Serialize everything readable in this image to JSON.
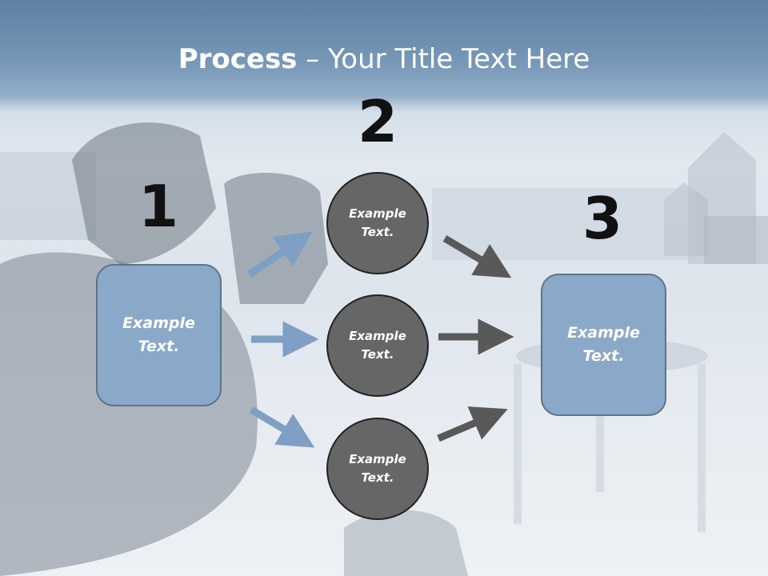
{
  "title": {
    "bold": "Process",
    "rest": " – Your Title Text Here"
  },
  "steps": [
    {
      "number": "1",
      "label": "Example\nText."
    },
    {
      "number": "2",
      "items": [
        "Example\nText.",
        "Example\nText.",
        "Example\nText."
      ]
    },
    {
      "number": "3",
      "label": "Example\nText."
    }
  ],
  "colors": {
    "box_fill": "#8aa8c8",
    "circle_fill": "#666666",
    "left_arrow": "#7f9fc4",
    "right_arrow": "#595959"
  }
}
